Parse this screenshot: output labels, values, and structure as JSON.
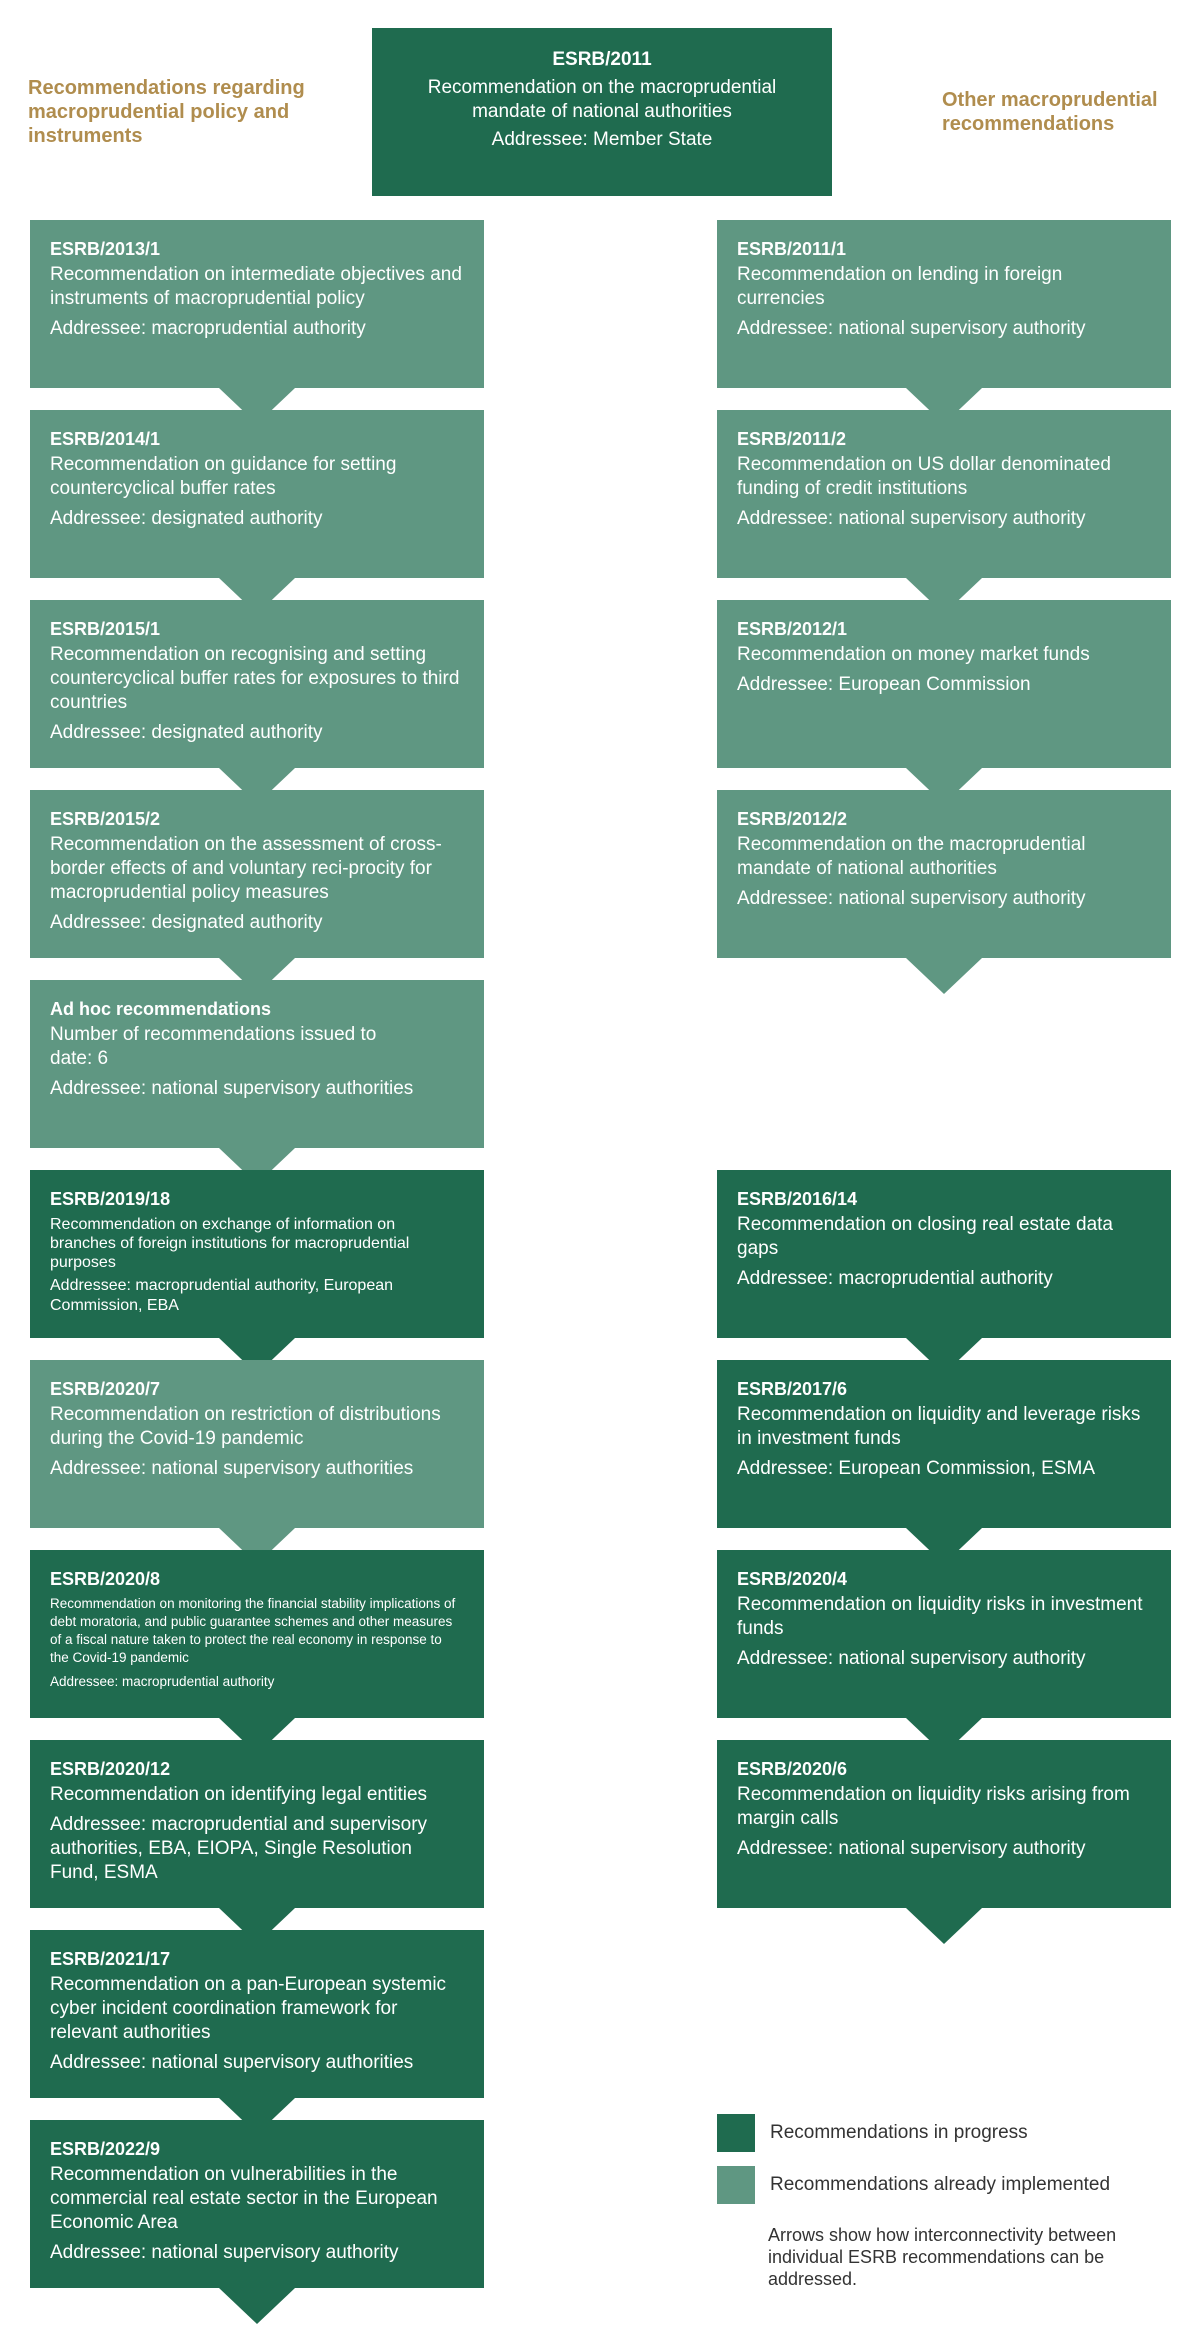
{
  "header_left": "Recommendations regarding macroprudential policy and instruments",
  "header_right": "Other macroprudential recommendations",
  "top": {
    "id": "ESRB/2011",
    "title": "Recommendation on the macroprudential mandate of national authorities",
    "addressee": "Addressee: Member State"
  },
  "left": [
    {
      "id": "ESRB/2013/1",
      "title": "Recommendation on intermediate objectives and instruments of macroprudential policy",
      "addressee": "Addressee: macroprudential authority",
      "status": "implemented"
    },
    {
      "id": "ESRB/2014/1",
      "title": "Recommendation on guidance for setting countercyclical buffer rates",
      "addressee": "Addressee: designated authority",
      "status": "implemented"
    },
    {
      "id": "ESRB/2015/1",
      "title": "Recommendation on recognising and setting countercyclical buffer rates for exposures to third countries",
      "addressee": "Addressee: designated authority",
      "status": "implemented"
    },
    {
      "id": "ESRB/2015/2",
      "title": "Recommendation on the assessment of cross-border effects of and voluntary reci-procity for macroprudential policy measures",
      "addressee": "Addressee: designated authority",
      "status": "implemented"
    },
    {
      "id": "Ad hoc recommendations",
      "title": "Number of recommendations issued to date: 6",
      "addressee": "Addressee: national supervisory authorities",
      "status": "implemented"
    },
    {
      "id": "ESRB/2019/18",
      "title": "Recommendation on exchange of information on branches of foreign institutions for macroprudential purposes",
      "addressee": "Addressee: macroprudential authority, European Commission, EBA",
      "status": "in_progress"
    },
    {
      "id": "ESRB/2020/7",
      "title": "Recommendation on restriction of distributions during the Covid-19 pandemic",
      "addressee": "Addressee: national supervisory authorities",
      "status": "implemented"
    },
    {
      "id": "ESRB/2020/8",
      "title": "Recommendation on monitoring the financial stability implications of debt moratoria, and public guarantee schemes and other measures of a fiscal nature taken to protect the real economy in response to the Covid-19 pandemic",
      "addressee": "Addressee: macroprudential authority",
      "status": "in_progress"
    },
    {
      "id": "ESRB/2020/12",
      "title": "Recommendation on identifying legal entities",
      "addressee": "Addressee: macroprudential and supervisory authorities, EBA, EIOPA, Single Resolution Fund, ESMA",
      "status": "in_progress"
    },
    {
      "id": "ESRB/2021/17",
      "title": "Recommendation on a pan-European systemic cyber incident coordination framework for relevant authorities",
      "addressee": "Addressee: national supervisory authorities",
      "status": "in_progress"
    },
    {
      "id": "ESRB/2022/9",
      "title": "Recommendation on vulnerabilities in the commercial real estate sector in the European Economic Area",
      "addressee": "Addressee: national supervisory authority",
      "status": "in_progress"
    }
  ],
  "right": [
    {
      "id": "ESRB/2011/1",
      "title": "Recommendation on lending in foreign currencies",
      "addressee": "Addressee: national supervisory authority",
      "status": "implemented"
    },
    {
      "id": "ESRB/2011/2",
      "title": "Recommendation on US dollar denominated funding of credit institutions",
      "addressee": "Addressee: national supervisory authority",
      "status": "implemented"
    },
    {
      "id": "ESRB/2012/1",
      "title": "Recommendation on money market funds",
      "addressee": "Addressee: European Commission",
      "status": "implemented"
    },
    {
      "id": "ESRB/2012/2",
      "title": "Recommendation on the macroprudential mandate of national authorities",
      "addressee": "Addressee: national supervisory authority",
      "status": "implemented"
    },
    {
      "id": "ESRB/2016/14",
      "title": "Recommendation on closing real estate data gaps",
      "addressee": "Addressee: macroprudential authority",
      "status": "in_progress"
    },
    {
      "id": "ESRB/2017/6",
      "title": "Recommendation on liquidity and leverage risks in investment funds",
      "addressee": "Addressee: European Commission, ESMA",
      "status": "in_progress"
    },
    {
      "id": "ESRB/2020/4",
      "title": "Recommendation on liquidity risks in investment funds",
      "addressee": "Addressee: national supervisory authority",
      "status": "in_progress"
    },
    {
      "id": "ESRB/2020/6",
      "title": "Recommendation on liquidity risks arising from margin calls",
      "addressee": "Addressee: national supervisory authority",
      "status": "in_progress"
    }
  ],
  "legend": {
    "in_progress": "Recommendations in progress",
    "implemented": "Recommendations already implemented",
    "note": "Arrows show how interconnectivity between individual ESRB recommendations can be addressed."
  },
  "colors": {
    "in_progress": "#1f6b4f",
    "implemented": "#5f9782",
    "header_text": "#b08d4e"
  }
}
